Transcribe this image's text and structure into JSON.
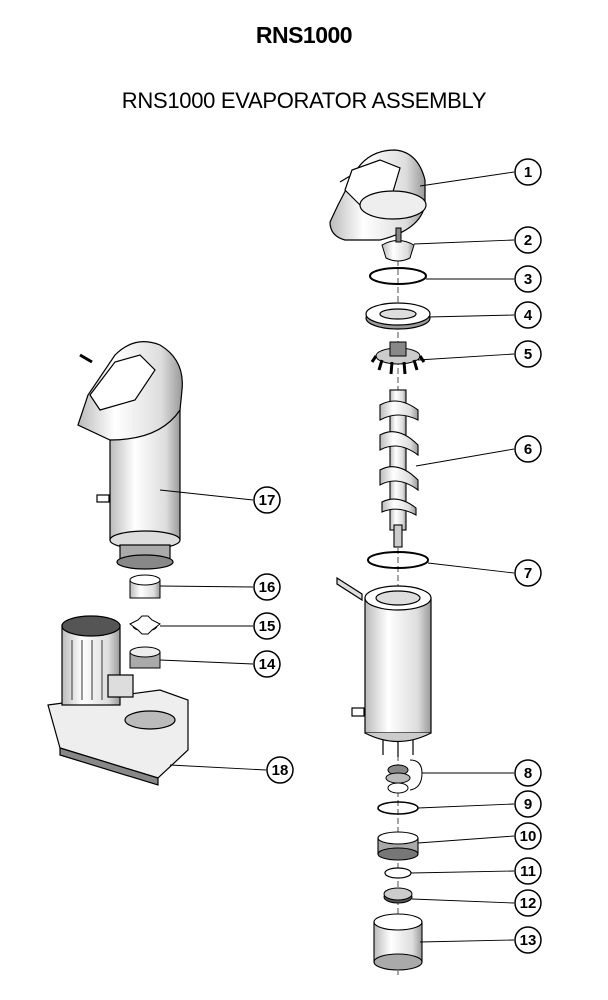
{
  "header": {
    "model": "RNS1000",
    "subtitle": "RNS1000 EVAPORATOR ASSEMBLY"
  },
  "callouts": [
    "1",
    "2",
    "3",
    "4",
    "5",
    "6",
    "7",
    "8",
    "9",
    "10",
    "11",
    "12",
    "13",
    "14",
    "15",
    "16",
    "17",
    "18"
  ],
  "colors": {
    "ink": "#000000",
    "shade": "#bdbdbd",
    "dark": "#555555",
    "paper": "#ffffff"
  }
}
